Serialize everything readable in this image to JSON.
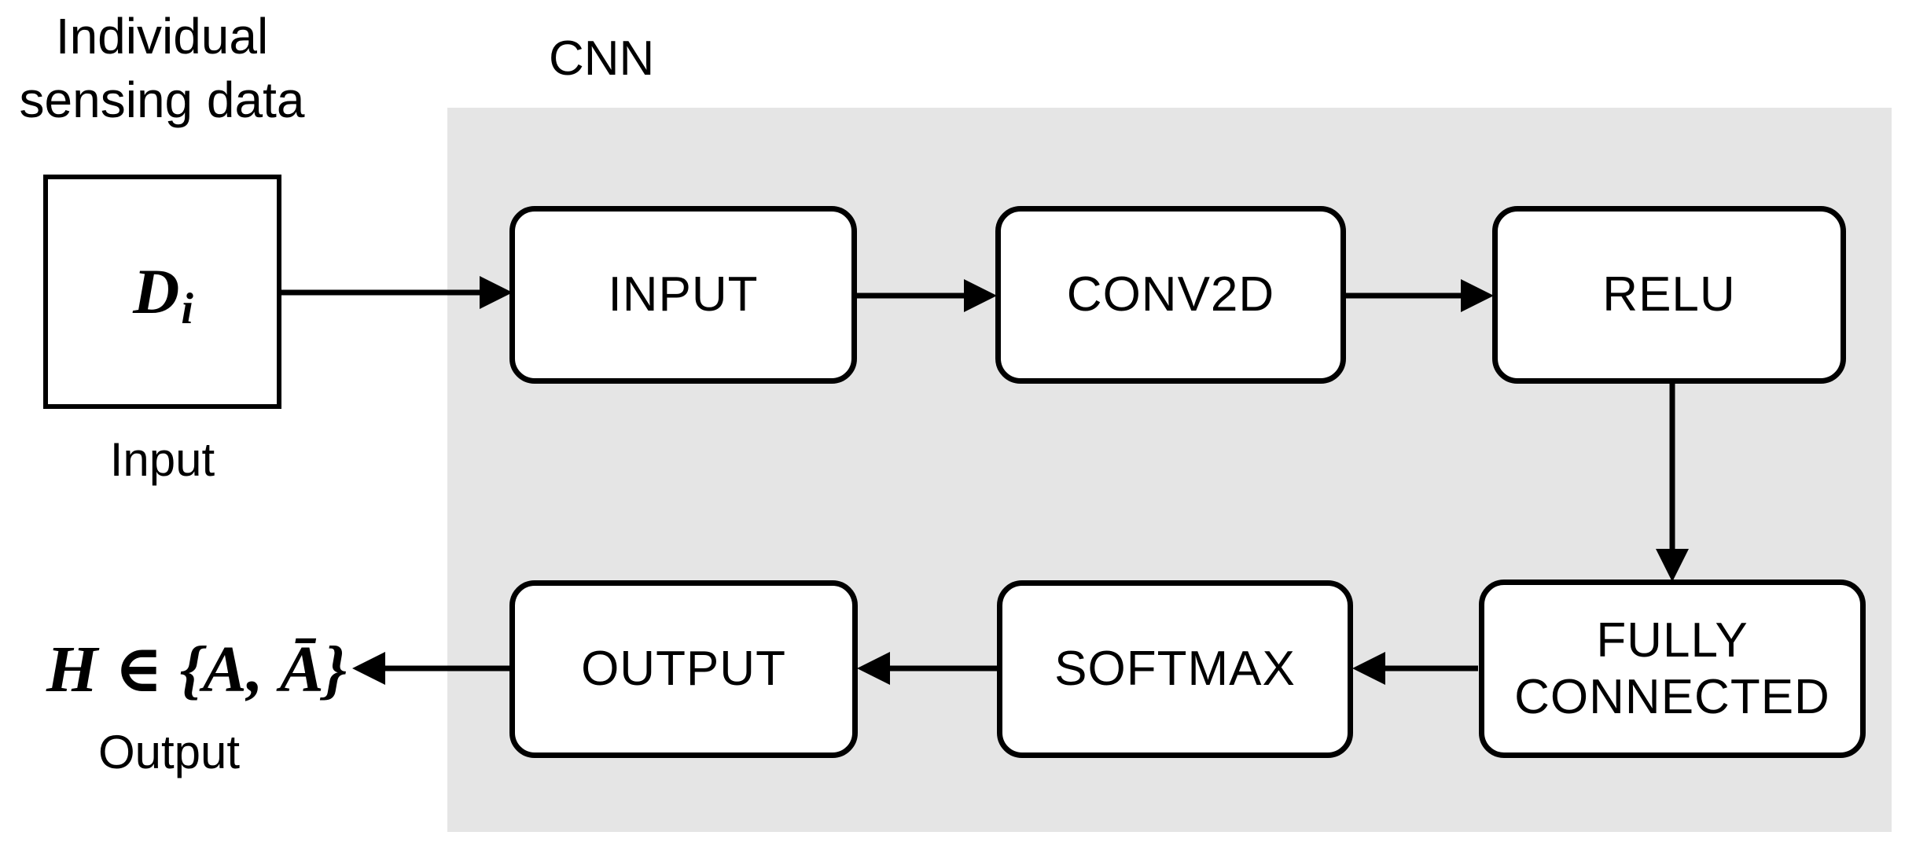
{
  "colors": {
    "page-bg": "#ffffff",
    "panel-bg": "#e5e5e5",
    "box-fill": "#ffffff",
    "line": "#000000",
    "text": "#000000"
  },
  "diagram": {
    "source_label": "Individual\nsensing data",
    "source_symbol": {
      "base": "D",
      "subscript": "i"
    },
    "source_caption": "Input",
    "group_label": "CNN",
    "boxes": {
      "input": {
        "label": "INPUT"
      },
      "conv2d": {
        "label": "CONV2D"
      },
      "relu": {
        "label": "RELU"
      },
      "fully_connected": {
        "label": "FULLY CONNECTED"
      },
      "softmax": {
        "label": "SOFTMAX"
      },
      "output": {
        "label": "OUTPUT"
      }
    },
    "result_expression": "H ∈ {A, Ā}",
    "result_caption": "Output"
  }
}
